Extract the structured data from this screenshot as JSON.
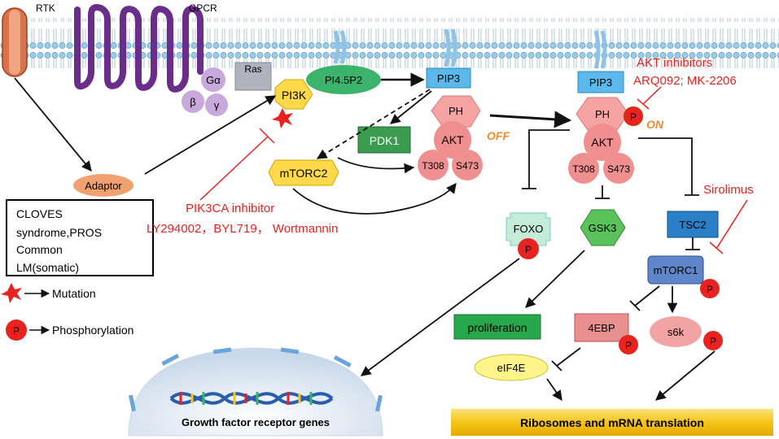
{
  "membrane": {
    "rtk_label": "RTK",
    "gpcr_label": "GPCR"
  },
  "proteins": {
    "g_alpha": "Gα",
    "g_beta": "β",
    "g_gamma": "γ",
    "ras": "Ras",
    "pi3k": "PI3K",
    "pip2": "PI4.5P2",
    "pip3_left": "PIP3",
    "pip3_right": "PIP3",
    "pdk1": "PDK1",
    "mtorc2": "mTORC2",
    "adaptor": "Adaptor",
    "ph_left": "PH",
    "akt_left": "AKT",
    "t308_left": "T308",
    "s473_left": "S473",
    "ph_right": "PH",
    "akt_right": "AKT",
    "t308_right": "T308",
    "s473_right": "S473",
    "foxo": "FOXO",
    "gsk3": "GSK3",
    "tsc2": "TSC2",
    "mtorc1": "mTORC1",
    "ebp": "4EBP",
    "s6k": "s6k",
    "eif4e": "eIF4E",
    "proliferation": "proliferation"
  },
  "states": {
    "off": "OFF",
    "on": "ON",
    "p": "P"
  },
  "inhibitors": {
    "akt_title": "AKT inhibitors",
    "akt_drugs": "ARQ092; MK-2206",
    "pik3ca_title": "PIK3CA inhibitor",
    "pik3ca_drugs": "LY294002，BYL719， Wortmannin",
    "sirolimus": "Sirolimus"
  },
  "disease_box": {
    "line1": "CLOVES",
    "line2": "syndrome,PROS",
    "line3": "Common",
    "line4": "LM(somatic)"
  },
  "legend": {
    "mutation": "Mutation",
    "phosphorylation": "Phosphorylation"
  },
  "nucleus": {
    "label": "Growth factor receptor genes"
  },
  "ribosome_bar": {
    "label": "Ribosomes and mRNA translation"
  },
  "colors": {
    "red": "#e8231f",
    "akt_pink": "#f5a3a3",
    "membrane_blue": "#8fc3e6",
    "gprotein": "#c9a8dc",
    "gpcr": "#6b2d8a",
    "tsc2_blue": "#2a7fc9",
    "ribosome_yellow": "#f5c518"
  }
}
